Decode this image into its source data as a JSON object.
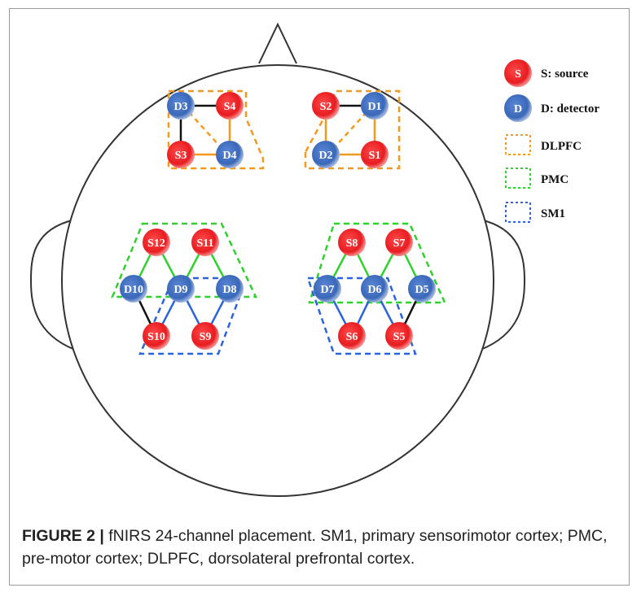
{
  "figure": {
    "label": "FIGURE 2 |",
    "caption": "fNIRS 24-channel placement. SM1, primary sensorimotor cortex; PMC, pre-motor cortex; DLPFC, dorsolateral prefrontal cortex."
  },
  "legend": [
    {
      "symbol": "S",
      "text": "S: source",
      "kind": "source"
    },
    {
      "symbol": "D",
      "text": "D: detector",
      "kind": "detector"
    },
    {
      "text": "DLPFC",
      "kind": "region",
      "color": "#f39a1e"
    },
    {
      "text": "PMC",
      "kind": "region",
      "color": "#2fd12f"
    },
    {
      "text": "SM1",
      "kind": "region",
      "color": "#2a64d8"
    }
  ],
  "colors": {
    "source": "#ee1c24",
    "detector": "#3f6fc0",
    "dlpfc": "#f39a1e",
    "pmc": "#2fd12f",
    "sm1": "#2a64d8"
  },
  "optodes": {
    "D3": "D3",
    "S4": "S4",
    "S3": "S3",
    "D4": "D4",
    "S2": "S2",
    "D1": "D1",
    "D2": "D2",
    "S1": "S1",
    "S12": "S12",
    "S11": "S11",
    "D10": "D10",
    "D9": "D9",
    "D8": "D8",
    "S10": "S10",
    "S9": "S9",
    "S8": "S8",
    "S7": "S7",
    "D7": "D7",
    "D6": "D6",
    "D5": "D5",
    "S6": "S6",
    "S5": "S5"
  }
}
